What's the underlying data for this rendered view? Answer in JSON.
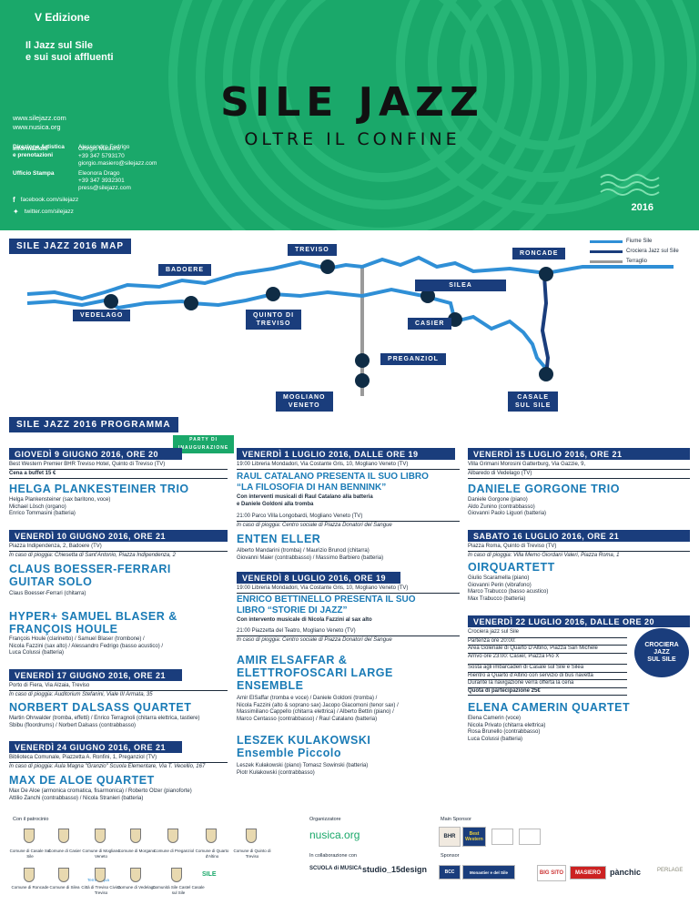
{
  "header": {
    "edition": "V Edizione",
    "tagline1": "Il Jazz sul Sile",
    "tagline2": "e sui suoi affluenti",
    "url1": "www.silejazz.com",
    "url2": "www.nusica.org",
    "direzione_label": "Direzione Artistica",
    "direzione_value": "Alessandro Fedrigo",
    "info_label1": "Informazioni",
    "info_label2": "e prenotazioni",
    "info_value1": "Giorgio Masiero",
    "info_value2": "+39 347 5793170",
    "info_value3": "giorgio.masiero@silejazz.com",
    "stampa_label": "Ufficio Stampa",
    "stampa_value1": "Eleonora Drago",
    "stampa_value2": "+39 347 3932301",
    "stampa_value3": "press@silejazz.com",
    "facebook": "facebook.com/silejazz",
    "twitter": "twitter.com/silejazz",
    "logo_title": "SILE JAZZ",
    "logo_subtitle": "OLTRE IL CONFINE",
    "year": "2016",
    "bg_color": "#1aa86a"
  },
  "map": {
    "title": "SILE JAZZ 2016 MAP",
    "legend": [
      {
        "label": "Fiume Sile",
        "color": "#2f8fd6"
      },
      {
        "label": "Crociera Jazz sul Sile",
        "color": "#1a3d7c"
      },
      {
        "label": "Terraglio",
        "color": "#9a9a9a"
      }
    ],
    "places": {
      "treviso": "TREVISO",
      "roncade": "RONCADE",
      "badoere": "BADOERE",
      "silea": "SILEA",
      "vedelago": "VEDELAGO",
      "quinto1": "QUINTO DI",
      "quinto2": "TREVISO",
      "casier": "CASIER",
      "preganziol": "PREGANZIOL",
      "mogliano1": "MOGLIANO",
      "mogliano2": "VENETO",
      "casale1": "CASALE",
      "casale2": "SUL SILE"
    }
  },
  "program": {
    "title": "SILE JAZZ 2016 PROGRAMMA",
    "party1": "PARTY DI",
    "party2": "INAUGURAZIONE",
    "e1": {
      "date": "GIOVEDÌ 9 GIUGNO 2016, ORE 20",
      "venue": "Best Western Premier BHR Treviso Hotel, Quinto di Treviso (TV)",
      "note": "Cena a buffet 15 €",
      "artist": "HELGA PLANKESTEINER TRIO",
      "l1": "Helga Plankensteiner (sax baritono, voce)",
      "l2": "Michael Lösch (organo)",
      "l3": "Enrico Tommasini (batteria)"
    },
    "e2": {
      "date": "VENERDÌ 10 GIUGNO 2016, ORE 21",
      "venue": "Piazza Indipendenza, 2, Badoere (TV)",
      "rain": "In caso di pioggia: Chiesetta di Sant'Antonio, Piazza Indipendenza, 2",
      "artist1": "CLAUS BOESSER-FERRARI",
      "artist2": "GUITAR SOLO",
      "l1": "Claus Boesser-Ferrari (chitarra)",
      "artist3": "HYPER+ SAMUEL BLASER &",
      "artist4": "FRANÇOIS HOULE",
      "l2": "François Houle (clarinetto) / Samuel Blaser (trombone) /",
      "l3": "Nicola Fazzini (sax alto) / Alessandro Fedrigo (basso acustico) /",
      "l4": "Luca Colussi (batteria)"
    },
    "e3": {
      "date": "VENERDÌ 17 GIUGNO 2016, ORE 21",
      "venue": "Porto di Fiera, Via Alzaia, Treviso",
      "rain": "In caso di pioggia: Auditorium Stefanini, Viale III Armata, 35",
      "artist": "NORBERT DALSASS QUARTET",
      "l1": "Martin Ohrwalder (tromba, effetti) / Enrico Terragnoli (chitarra elettrica, tastiere)",
      "l2": "Sbibu (floordrums) / Norbert Dalsass (contrabbasso)"
    },
    "e4": {
      "date": "VENERDÌ 24 GIUGNO 2016, ORE 21",
      "venue": "Biblioteca Comunale, Piazzetta A. Ronfini, 1, Preganziol (TV)",
      "rain": "In caso di pioggia: Aula Magna \"Granzio\" Scuola Elementare, Via T. Vecellio, 167",
      "artist": "MAX DE ALOE QUARTET",
      "l1": "Max De Aloe (armonica cromatica, fisarmonica) / Roberto Olzer (pianoforte)",
      "l2": "Attilio Zanchi (contrabbasso) / Nicola Stranieri (batteria)"
    },
    "e5": {
      "date": "VENERDÌ 1 LUGLIO 2016, DALLE ORE 19",
      "venue": "19:00 Libreria Mondadori, Via Costante Gris, 10, Mogliano Veneto (TV)",
      "head1": "RAUL CATALANO PRESENTA IL SUO LIBRO",
      "head2": "“LA FILOSOFIA DI HAN BENNINK”",
      "n1": "Con interventi musicali di Raul Catalano alla batteria",
      "n2": "e Daniele Goldoni alla tromba",
      "venue2": "21:00 Parco Villa Longobardi, Mogliano Veneto (TV)",
      "rain": "In caso di pioggia: Centro sociale di Piazza Donatori del Sangue",
      "artist": "ENTEN ELLER",
      "l1": "Alberto Mandarini (tromba) / Maurizio Brunod (chitarra)",
      "l2": "Giovanni Maier (contrabbasso) / Massimo Barbiero (batteria)"
    },
    "e6": {
      "date": "VENERDÌ 8 LUGLIO 2016, ORE 19",
      "venue": "19:00 Libreria Mondadori, Via Costante Gris, 10, Mogliano Veneto (TV)",
      "head1": "ENRICO BETTINELLO PRESENTA IL SUO",
      "head2": "LIBRO  “STORIE DI JAZZ”",
      "n1": "Con intervento musicale di Nicola Fazzini al sax alto",
      "venue2": "21:00 Piazzetta del Teatro, Mogliano Veneto (TV)",
      "rain": "In caso di pioggia: Centro sociale di Piazza Donatori del Sangue",
      "artist1": "AMIR ELSAFFAR &",
      "artist2": "ELETTROFOSCARI LARGE",
      "artist3": "ENSEMBLE",
      "l1": "Amir ElSaffar (tromba e voce) / Daniele Goldoni (tromba) /",
      "l2": "Nicola Fazzini (alto & soprano sax) Jacopo Giacomoni (tenor sax) /",
      "l3": "Massimiliano Cappello (chitarra elettrica) / Alberto Bettin (piano) /",
      "l4": "Marco Centasso (contrabbasso) / Raul Catalano (batteria)",
      "artist4": "LESZEK KULAKOWSKI",
      "artist5": "Ensemble Piccolo",
      "l5": "Leszek Kułakowski (piano) Tomasz Sowinski (batteria)",
      "l6": "Piotr Kułakowski (contrabbasso)"
    },
    "e7": {
      "date": "VENERDÌ 15 LUGLIO 2016, ORE 21",
      "venue": "Villa Grimani Morosini Gatterburg, Via Gazzie, 9,",
      "venue2": "Albaredo di Vedelago (TV)",
      "artist": "DANIELE GORGONE TRIO",
      "l1": "Daniele Gorgone (piano)",
      "l2": "Aldo Zunino (contrabbasso)",
      "l3": "Giovanni Paolo Liguori (batteria)"
    },
    "e8": {
      "date": "SABATO 16 LUGLIO 2016, ORE 21",
      "venue": "Piazza Roma, Quinto di Treviso (TV)",
      "rain": "In caso di pioggia: Villa Memo Giordani Valeri, Piazza Roma, 1",
      "artist": "OIRQUARTETT",
      "l1": "Giulio Scaramella (piano)",
      "l2": "Giovanni Perin (vibrafono)",
      "l3": "Marco Trabucco (basso acustico)",
      "l4": "Max Trabucco (batteria)"
    },
    "e9": {
      "date": "VENERDÌ 22 LUGLIO 2016, DALLE ORE 20",
      "l1": "Crociera jazz sul Sile",
      "l2": "Partenza ore 20:00:",
      "l3": "Area Golenale di Quarto D'Altino, Piazza San Michele",
      "l4": "Arrivo ore 23:00: Casier, Piazza Pio X",
      "l5": "Sosta agli imbarcaderi di Casale sul Sile e Silea",
      "l6": "Rientro a Quarto d'Altino con servizio di bus navetta",
      "l7": "Durante la navigazione verrà offerta la cena",
      "l8": "Quota di partecipazione 25€",
      "badge1": "CROCIERA",
      "badge2": "JAZZ",
      "badge3": "SUL SILE",
      "artist": "ELENA CAMERIN QUARTET",
      "a1": "Elena Camerin (voce)",
      "a2": "Nicola Privato (chitarra elettrica)",
      "a3": "Rosa Brunello (contrabbasso)",
      "a4": "Luca Colussi (batteria)"
    }
  },
  "footer": {
    "patrocinio": "Con il patrocinio",
    "comuni": [
      "Comune di Casale Sul Sile",
      "Comune di Casier",
      "Comune di Mogliano Veneto",
      "Comune di Morgano",
      "Comune di Preganziol",
      "Comune di Quarto d'Altino",
      "Comune di Quinto di Treviso"
    ],
    "comuni2": [
      "Comune di Roncade",
      "Comune di Silea",
      "Città di Treviso Civica Treviso",
      "Comune di Vedelago",
      "Comunità Sile Castel Casale sul Sile"
    ],
    "terre": "Terre Acqua",
    "sile": "SILE",
    "organizzatore": "Organizzatore",
    "nusica": "nusica.org",
    "collab": "In collaborazione con",
    "scuola": "SCUOLA di MUSICA",
    "studio": "studio_15design",
    "main_sponsor": "Main Sponsor",
    "sponsor": "Sponsor",
    "sponsors": [
      "BHR",
      "Best Western",
      "BCC",
      "Monastier e del Sile",
      "BIG SITO",
      "MASIERO",
      "pànchic",
      "PERLAGE"
    ]
  }
}
